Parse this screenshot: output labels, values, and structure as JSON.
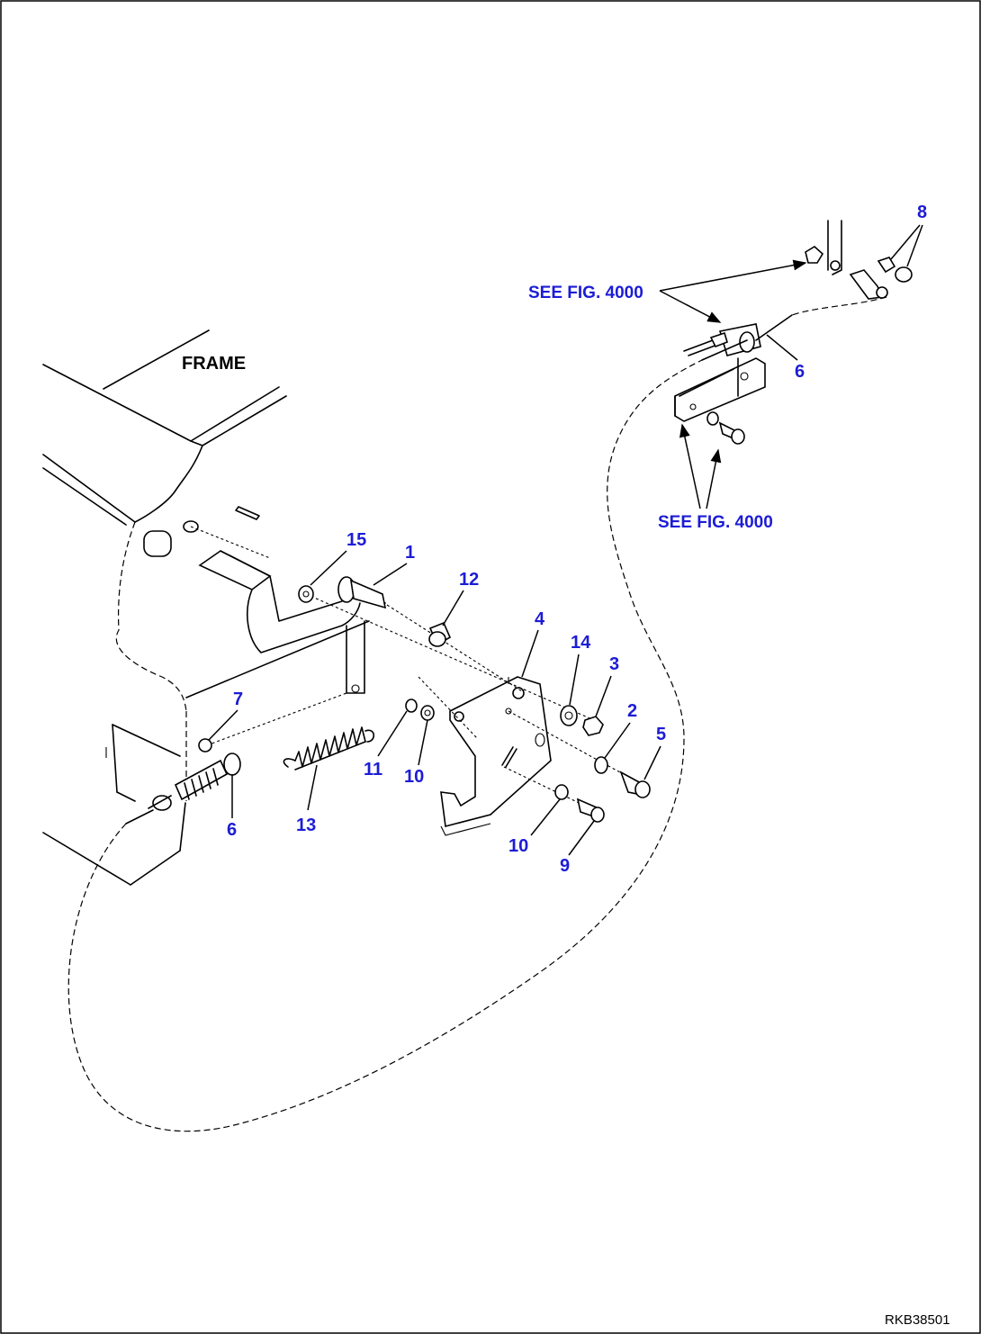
{
  "labels": {
    "frame": "FRAME",
    "see_fig_top": "SEE FIG. 4000",
    "see_fig_bottom": "SEE FIG. 4000",
    "drawing_code": "RKB38501"
  },
  "callouts": {
    "c1": "1",
    "c2": "2",
    "c3": "3",
    "c4": "4",
    "c5": "5",
    "c6a": "6",
    "c6b": "6",
    "c7": "7",
    "c8": "8",
    "c9": "9",
    "c10a": "10",
    "c10b": "10",
    "c11": "11",
    "c12": "12",
    "c13": "13",
    "c14": "14",
    "c15": "15"
  }
}
